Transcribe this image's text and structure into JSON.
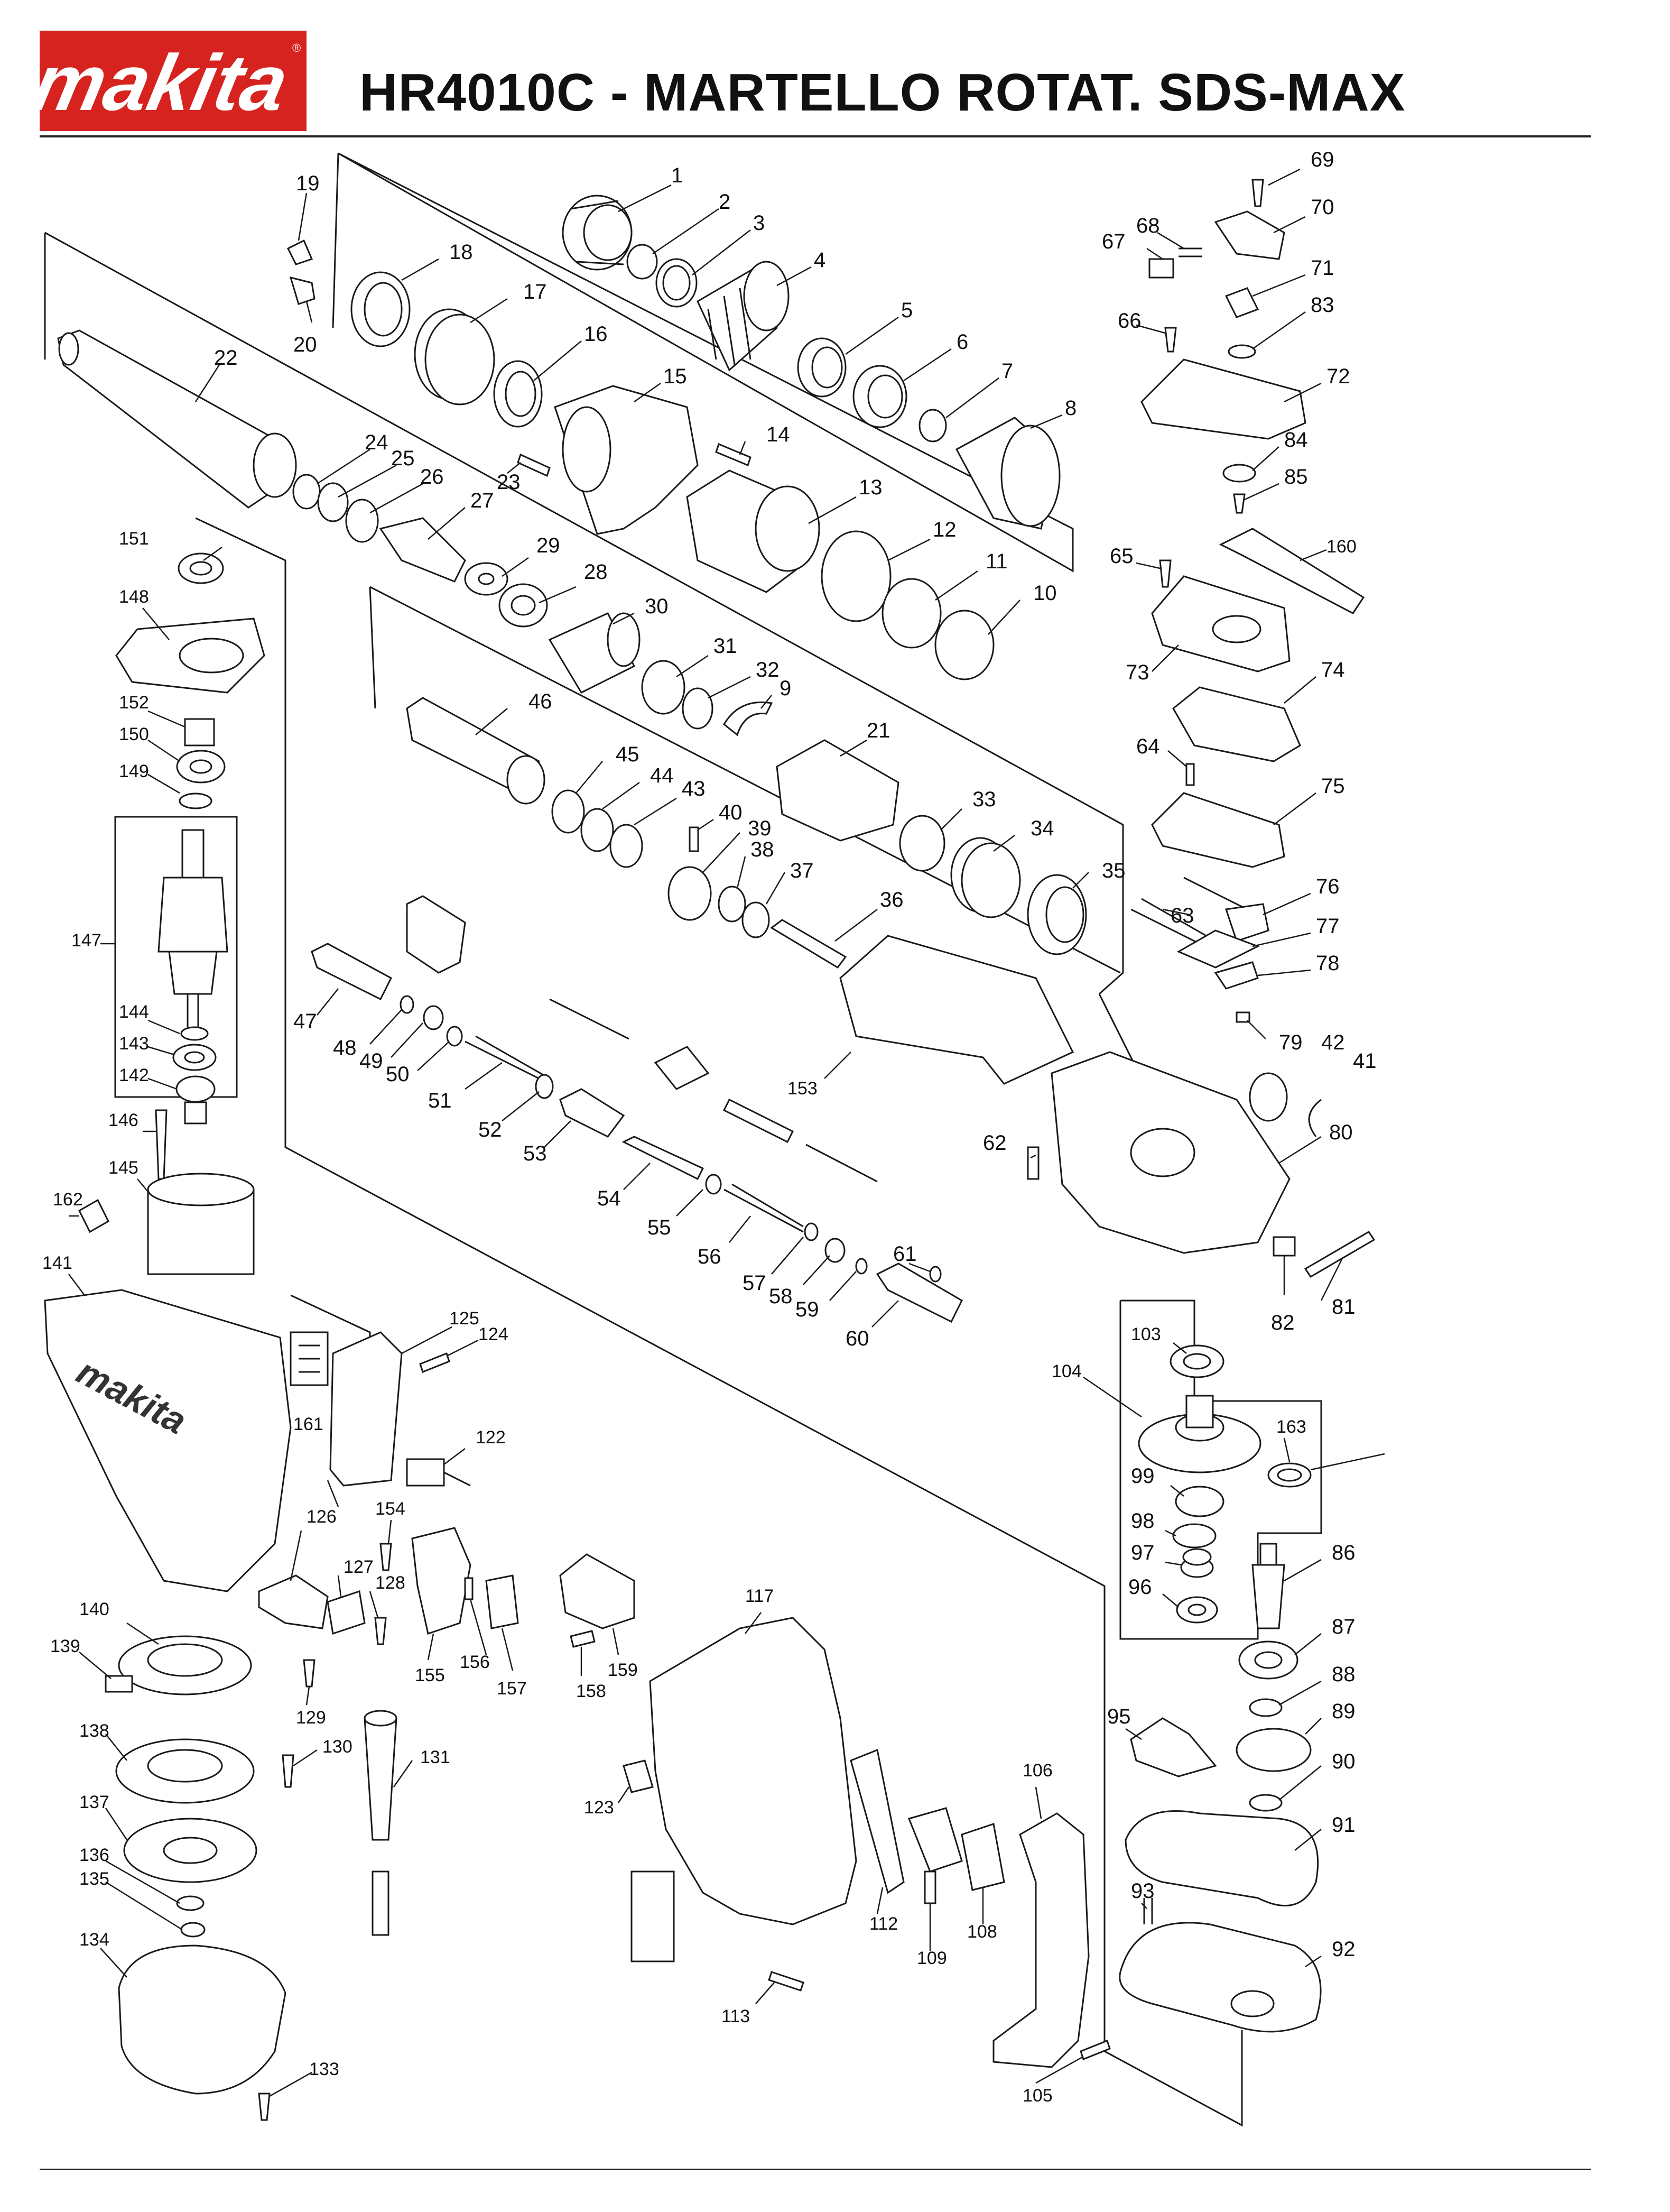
{
  "header": {
    "brand": "makita",
    "brand_color": "#d7231f",
    "title": "HR4010C - MARTELLO ROTAT. SDS-MAX"
  },
  "parts": [
    {
      "key": "p1",
      "no": "1"
    },
    {
      "key": "p2",
      "no": "2"
    },
    {
      "key": "p3",
      "no": "3"
    },
    {
      "key": "p4",
      "no": "4"
    },
    {
      "key": "p5",
      "no": "5"
    },
    {
      "key": "p6",
      "no": "6"
    },
    {
      "key": "p7",
      "no": "7"
    },
    {
      "key": "p8",
      "no": "8"
    },
    {
      "key": "p9",
      "no": "9"
    },
    {
      "key": "p10",
      "no": "10"
    },
    {
      "key": "p11",
      "no": "11"
    },
    {
      "key": "p12",
      "no": "12"
    },
    {
      "key": "p13",
      "no": "13"
    },
    {
      "key": "p14",
      "no": "14"
    },
    {
      "key": "p15",
      "no": "15"
    },
    {
      "key": "p16",
      "no": "16"
    },
    {
      "key": "p17",
      "no": "17"
    },
    {
      "key": "p18",
      "no": "18"
    },
    {
      "key": "p19",
      "no": "19"
    },
    {
      "key": "p20",
      "no": "20"
    },
    {
      "key": "p21",
      "no": "21"
    },
    {
      "key": "p22",
      "no": "22"
    },
    {
      "key": "p23",
      "no": "23"
    },
    {
      "key": "p24",
      "no": "24"
    },
    {
      "key": "p25",
      "no": "25"
    },
    {
      "key": "p26",
      "no": "26"
    },
    {
      "key": "p27",
      "no": "27"
    },
    {
      "key": "p28",
      "no": "28"
    },
    {
      "key": "p29",
      "no": "29"
    },
    {
      "key": "p30",
      "no": "30"
    },
    {
      "key": "p31",
      "no": "31"
    },
    {
      "key": "p32",
      "no": "32"
    },
    {
      "key": "p33",
      "no": "33"
    },
    {
      "key": "p34",
      "no": "34"
    },
    {
      "key": "p35",
      "no": "35"
    },
    {
      "key": "p36",
      "no": "36"
    },
    {
      "key": "p37",
      "no": "37"
    },
    {
      "key": "p38",
      "no": "38"
    },
    {
      "key": "p39",
      "no": "39"
    },
    {
      "key": "p40",
      "no": "40"
    },
    {
      "key": "p41",
      "no": "41"
    },
    {
      "key": "p42",
      "no": "42"
    },
    {
      "key": "p43",
      "no": "43"
    },
    {
      "key": "p44",
      "no": "44"
    },
    {
      "key": "p45",
      "no": "45"
    },
    {
      "key": "p46",
      "no": "46"
    },
    {
      "key": "p47",
      "no": "47"
    },
    {
      "key": "p48",
      "no": "48"
    },
    {
      "key": "p49",
      "no": "49"
    },
    {
      "key": "p50",
      "no": "50"
    },
    {
      "key": "p51",
      "no": "51"
    },
    {
      "key": "p52",
      "no": "52"
    },
    {
      "key": "p53",
      "no": "53"
    },
    {
      "key": "p54",
      "no": "54"
    },
    {
      "key": "p55",
      "no": "55"
    },
    {
      "key": "p56",
      "no": "56"
    },
    {
      "key": "p57",
      "no": "57"
    },
    {
      "key": "p58",
      "no": "58"
    },
    {
      "key": "p59",
      "no": "59"
    },
    {
      "key": "p60",
      "no": "60"
    },
    {
      "key": "p61",
      "no": "61"
    },
    {
      "key": "p62",
      "no": "62"
    },
    {
      "key": "p63",
      "no": "63"
    },
    {
      "key": "p64",
      "no": "64"
    },
    {
      "key": "p65",
      "no": "65"
    },
    {
      "key": "p66",
      "no": "66"
    },
    {
      "key": "p67",
      "no": "67"
    },
    {
      "key": "p68",
      "no": "68"
    },
    {
      "key": "p69",
      "no": "69"
    },
    {
      "key": "p70",
      "no": "70"
    },
    {
      "key": "p71",
      "no": "71"
    },
    {
      "key": "p72",
      "no": "72"
    },
    {
      "key": "p73",
      "no": "73"
    },
    {
      "key": "p74",
      "no": "74"
    },
    {
      "key": "p75",
      "no": "75"
    },
    {
      "key": "p76",
      "no": "76"
    },
    {
      "key": "p77",
      "no": "77"
    },
    {
      "key": "p78",
      "no": "78"
    },
    {
      "key": "p79",
      "no": "79"
    },
    {
      "key": "p80",
      "no": "80"
    },
    {
      "key": "p81",
      "no": "81"
    },
    {
      "key": "p82",
      "no": "82"
    },
    {
      "key": "p83",
      "no": "83"
    },
    {
      "key": "p84",
      "no": "84"
    },
    {
      "key": "p85",
      "no": "85"
    },
    {
      "key": "p86",
      "no": "86"
    },
    {
      "key": "p87",
      "no": "87"
    },
    {
      "key": "p88",
      "no": "88"
    },
    {
      "key": "p89",
      "no": "89"
    },
    {
      "key": "p90",
      "no": "90"
    },
    {
      "key": "p91",
      "no": "91"
    },
    {
      "key": "p92",
      "no": "92"
    },
    {
      "key": "p93",
      "no": "93"
    },
    {
      "key": "p95",
      "no": "95"
    },
    {
      "key": "p96",
      "no": "96"
    },
    {
      "key": "p97",
      "no": "97"
    },
    {
      "key": "p98",
      "no": "98"
    },
    {
      "key": "p99",
      "no": "99"
    },
    {
      "key": "p103",
      "no": "103"
    },
    {
      "key": "p104",
      "no": "104"
    },
    {
      "key": "p105",
      "no": "105"
    },
    {
      "key": "p106",
      "no": "106"
    },
    {
      "key": "p108",
      "no": "108"
    },
    {
      "key": "p109",
      "no": "109"
    },
    {
      "key": "p112",
      "no": "112"
    },
    {
      "key": "p113",
      "no": "113"
    },
    {
      "key": "p117",
      "no": "117"
    },
    {
      "key": "p122",
      "no": "122"
    },
    {
      "key": "p123",
      "no": "123"
    },
    {
      "key": "p124",
      "no": "124"
    },
    {
      "key": "p125",
      "no": "125"
    },
    {
      "key": "p126",
      "no": "126"
    },
    {
      "key": "p127",
      "no": "127"
    },
    {
      "key": "p128",
      "no": "128"
    },
    {
      "key": "p129",
      "no": "129"
    },
    {
      "key": "p130",
      "no": "130"
    },
    {
      "key": "p131",
      "no": "131"
    },
    {
      "key": "p133",
      "no": "133"
    },
    {
      "key": "p134",
      "no": "134"
    },
    {
      "key": "p135",
      "no": "135"
    },
    {
      "key": "p136",
      "no": "136"
    },
    {
      "key": "p137",
      "no": "137"
    },
    {
      "key": "p138",
      "no": "138"
    },
    {
      "key": "p139",
      "no": "139"
    },
    {
      "key": "p140",
      "no": "140"
    },
    {
      "key": "p141",
      "no": "141"
    },
    {
      "key": "p142",
      "no": "142"
    },
    {
      "key": "p143",
      "no": "143"
    },
    {
      "key": "p144",
      "no": "144"
    },
    {
      "key": "p145",
      "no": "145"
    },
    {
      "key": "p146",
      "no": "146"
    },
    {
      "key": "p147",
      "no": "147"
    },
    {
      "key": "p148",
      "no": "148"
    },
    {
      "key": "p149",
      "no": "149"
    },
    {
      "key": "p150",
      "no": "150"
    },
    {
      "key": "p151",
      "no": "151"
    },
    {
      "key": "p152",
      "no": "152"
    },
    {
      "key": "p153",
      "no": "153"
    },
    {
      "key": "p154",
      "no": "154"
    },
    {
      "key": "p155",
      "no": "155"
    },
    {
      "key": "p156",
      "no": "156"
    },
    {
      "key": "p157",
      "no": "157"
    },
    {
      "key": "p158",
      "no": "158"
    },
    {
      "key": "p159",
      "no": "159"
    },
    {
      "key": "p160",
      "no": "160"
    },
    {
      "key": "p161",
      "no": "161"
    },
    {
      "key": "p162",
      "no": "162"
    },
    {
      "key": "p163",
      "no": "163"
    }
  ]
}
